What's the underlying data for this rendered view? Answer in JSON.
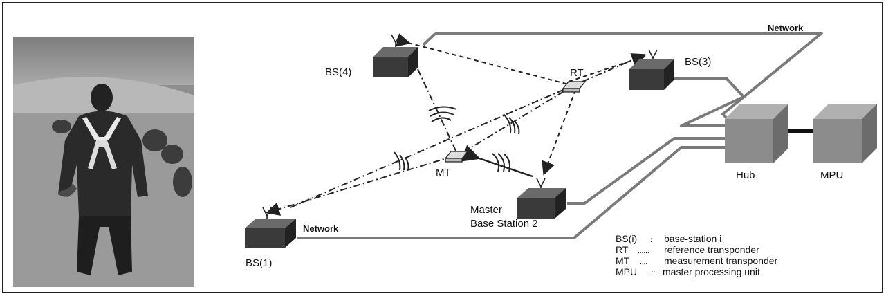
{
  "labels": {
    "network_top": "Network",
    "network_bottom": "Network",
    "bs4": "BS(4)",
    "bs3": "BS(3)",
    "bs1": "BS(1)",
    "rt": "RT",
    "mt": "MT",
    "master_line1": "Master",
    "master_line2": "Base Station 2",
    "hub": "Hub",
    "mpu": "MPU"
  },
  "legend": [
    {
      "abbr": "BS(i)",
      "sep": ":",
      "desc": "base-station i"
    },
    {
      "abbr": "RT",
      "sep": "......",
      "desc": "reference transponder"
    },
    {
      "abbr": "MT",
      "sep": "....",
      "desc": "measurement transponder"
    },
    {
      "abbr": "MPU",
      "sep": "::",
      "desc": "master processing unit"
    }
  ],
  "colors": {
    "network_line": "#7a7a7a",
    "box_front": "#3a3a3a",
    "box_top": "#6a6a6a",
    "box_side": "#222222",
    "hub_front": "#8c8c8c",
    "hub_top": "#b0b0b0",
    "hub_side": "#6c6c6c"
  }
}
